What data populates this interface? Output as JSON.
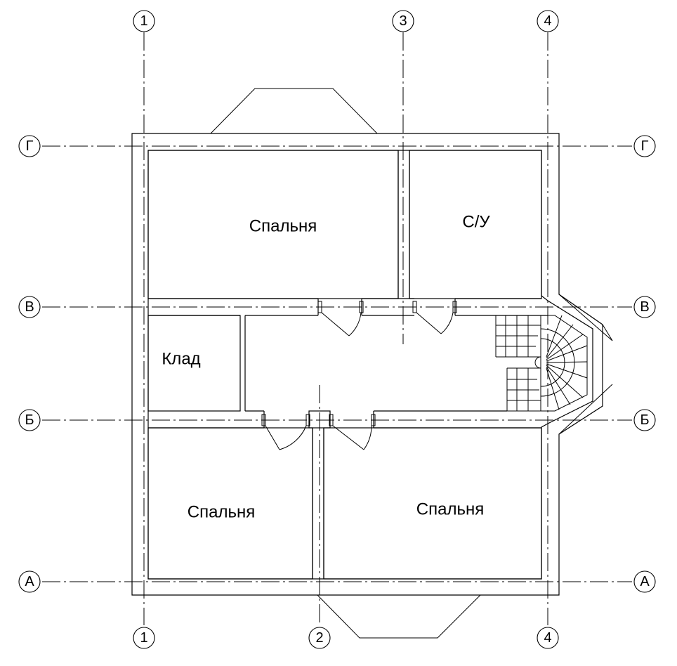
{
  "rooms": {
    "bedroom_top": "Спальня",
    "bathroom": "С/У",
    "storage": "Клад",
    "bedroom_bottom_left": "Спальня",
    "bedroom_bottom_right": "Спальня"
  },
  "axes": {
    "vertical_top": [
      "1",
      "3",
      "4"
    ],
    "vertical_bottom": [
      "1",
      "2",
      "4"
    ],
    "horizontal_left": [
      "Г",
      "В",
      "Б",
      "А"
    ],
    "horizontal_right": [
      "Г",
      "В",
      "Б",
      "А"
    ]
  }
}
